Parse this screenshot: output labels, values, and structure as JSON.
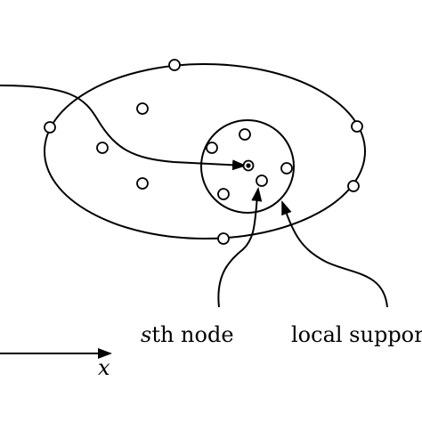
{
  "labels": {
    "node_prefix": "s",
    "node_suffix": "th node",
    "local_support": "local support",
    "axis_x": "x"
  },
  "colors": {
    "stroke": "#000000",
    "fill": "#ffffff"
  }
}
